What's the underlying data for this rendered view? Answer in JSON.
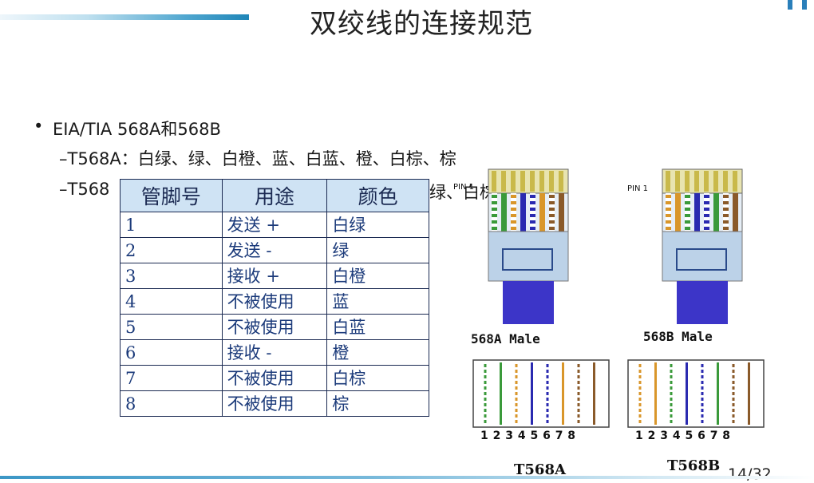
{
  "slide": {
    "title": "双绞线的连接规范",
    "bullet": "EIA/TIA 568A和568B",
    "sub_items": [
      "–T568A：白绿、绿、白橙、蓝、白蓝、橙、白棕、棕",
      "–T568",
      "绿、白棕、棕"
    ],
    "page_number": "14/32"
  },
  "pin_table": {
    "headers": [
      "管脚号",
      "用途",
      "颜色"
    ],
    "rows": [
      [
        "1",
        "发送 +",
        "白绿"
      ],
      [
        "2",
        "发送 -",
        "绿"
      ],
      [
        "3",
        "接收 +",
        "白橙"
      ],
      [
        "4",
        "不被使用",
        "蓝"
      ],
      [
        "5",
        "不被使用",
        "白蓝"
      ],
      [
        "6",
        "接收 -",
        "橙"
      ],
      [
        "7",
        "不被使用",
        "白棕"
      ],
      [
        "8",
        "不被使用",
        "棕"
      ]
    ]
  },
  "connectors": {
    "a": {
      "label": "568A Male",
      "pin_label": "PIN 1",
      "standard": "T568A",
      "pin_numbers": "1 2 3 4 5 6 7 8",
      "wire_colors": [
        "white-green",
        "green",
        "white-orange",
        "blue",
        "white-blue",
        "orange",
        "white-brown",
        "brown"
      ]
    },
    "b": {
      "label": "568B Male",
      "pin_label": "PIN 1",
      "standard": "T568B",
      "pin_numbers": "1 2 3 4 5 6 7 8",
      "wire_colors": [
        "white-orange",
        "orange",
        "white-green",
        "blue",
        "white-blue",
        "green",
        "white-brown",
        "brown"
      ]
    }
  },
  "colors": {
    "accent_blue": "#1f86b8",
    "table_header_bg": "#cfe3f4",
    "table_text": "#1b3a7a",
    "connector_blue": "#3c35c8",
    "connector_body": "#bcd2e8",
    "wire_green": "#3a9a3a",
    "wire_orange": "#d9962a",
    "wire_blue": "#2a2ab0",
    "wire_brown": "#8a5a2a"
  }
}
